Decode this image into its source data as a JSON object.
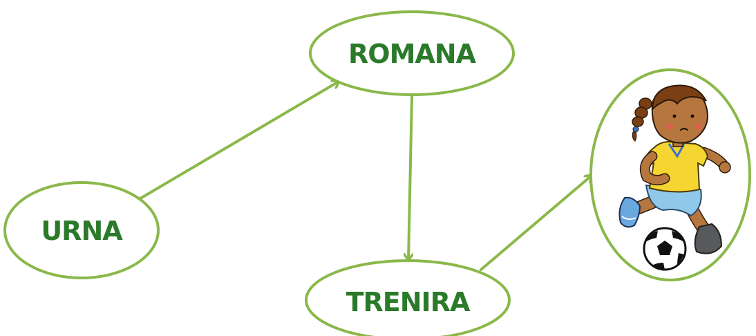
{
  "colors": {
    "outline": "#8ab84a",
    "text": "#2a7a2a",
    "background": "#ffffff"
  },
  "nodes": {
    "urna": {
      "label": "URNA"
    },
    "romana": {
      "label": "ROMANA"
    },
    "trenira": {
      "label": "TRENIRA"
    },
    "picture": {
      "icon": "girl-playing-football-icon"
    }
  },
  "edges": [
    {
      "from": "urna",
      "to": "romana"
    },
    {
      "from": "romana",
      "to": "trenira"
    },
    {
      "from": "trenira",
      "to": "picture"
    }
  ]
}
